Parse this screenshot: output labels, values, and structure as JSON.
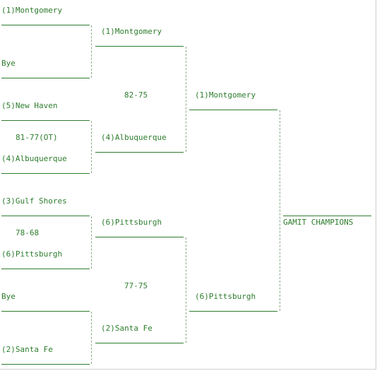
{
  "round1": {
    "slot1": "(1)Montgomery",
    "slot2": "Bye",
    "slot3": "(5)New Haven",
    "slot4": "(4)Albuquerque",
    "slot5": "(3)Gulf Shores",
    "slot6": "(6)Pittsburgh",
    "slot7": "Bye",
    "slot8": "(2)Santa Fe"
  },
  "round1_scores": {
    "game2": "81-77(OT)",
    "game3": "78-68"
  },
  "round2": {
    "slot1": "(1)Montgomery",
    "slot2": "(4)Albuquerque",
    "slot3": "(6)Pittsburgh",
    "slot4": "(2)Santa Fe"
  },
  "round2_scores": {
    "game1": "82-75",
    "game2": "77-75"
  },
  "round3": {
    "slot1": "(1)Montgomery",
    "slot2": "(6)Pittsburgh"
  },
  "champion": {
    "label": "GAMIT CHAMPIONS"
  },
  "colors": {
    "team_text": "#2e7d2e",
    "connector": "#8aaa8a",
    "frame": "#cfcfcf"
  }
}
